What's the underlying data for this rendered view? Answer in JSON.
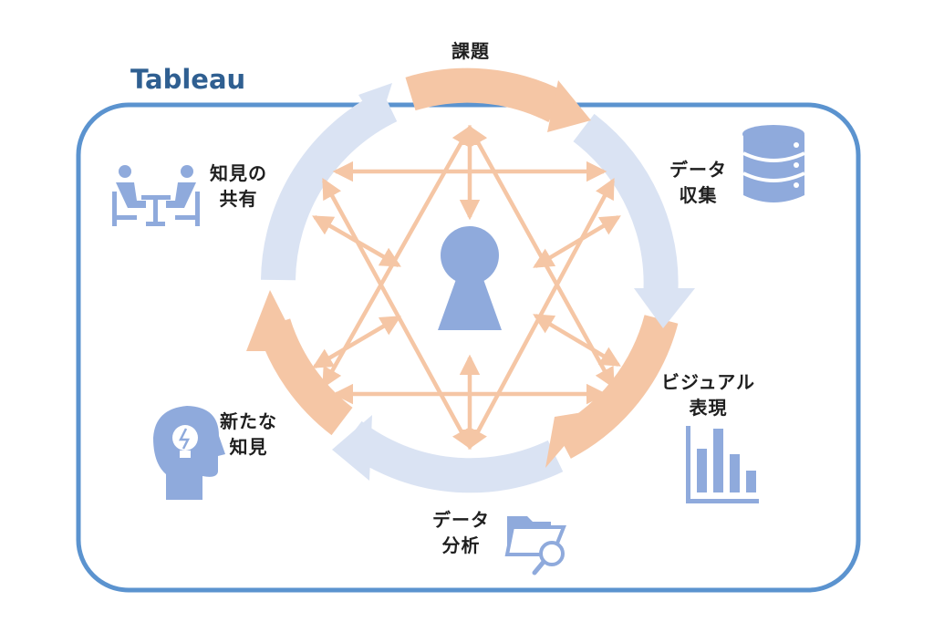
{
  "brand": {
    "name": "Tableau"
  },
  "cycle": {
    "stage_issue": "課題",
    "stage_collect": [
      "データ",
      "収集"
    ],
    "stage_visual": [
      "ビジュアル",
      "表現"
    ],
    "stage_analysis": [
      "データ",
      "分析"
    ],
    "stage_insight": [
      "新たな",
      "知見"
    ],
    "stage_share": [
      "知見の",
      "共有"
    ]
  },
  "colors": {
    "frame": "#5b93cf",
    "brand_text": "#2f5f91",
    "icon_blue": "#8faadc",
    "orange": "#f5c6a5",
    "light_blue": "#dae3f3"
  },
  "icons": [
    "keyhole-icon",
    "database-icon",
    "bar-chart-icon",
    "folder-search-icon",
    "head-lightbulb-icon",
    "meeting-icon"
  ]
}
